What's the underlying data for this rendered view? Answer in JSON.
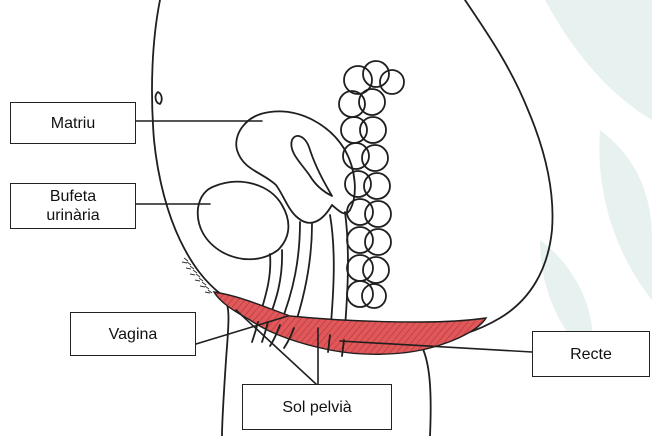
{
  "labels": {
    "matriu": "Matriu",
    "bufeta": "Bufeta\nurinària",
    "vagina": "Vagina",
    "recte": "Recte",
    "sol_pelvia": "Sol pelvià"
  },
  "colors": {
    "line": "#1f1f1f",
    "pelvic_floor_fill": "#e0585a",
    "pelvic_floor_hatch": "#b83a3c",
    "watermark": "#e6f1f0",
    "label_border": "#222222"
  }
}
